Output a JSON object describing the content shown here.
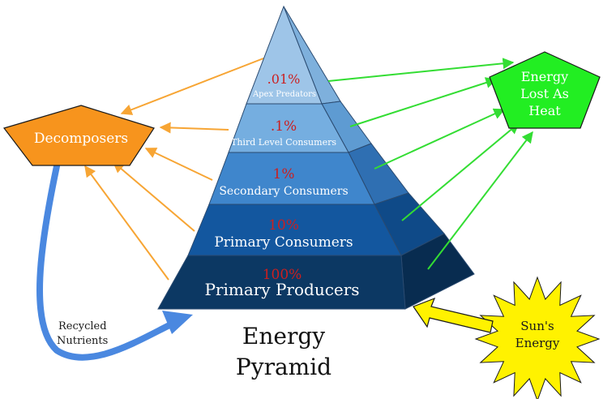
{
  "title": {
    "line1": "Energy",
    "line2": "Pyramid"
  },
  "levels": [
    {
      "percent": ".01%",
      "label": "Apex Predators"
    },
    {
      "percent": ".1%",
      "label": "Third Level Consumers"
    },
    {
      "percent": "1%",
      "label": "Secondary Consumers"
    },
    {
      "percent": "10%",
      "label": "Primary Consumers"
    },
    {
      "percent": "100%",
      "label": "Primary Producers"
    }
  ],
  "decomposers": {
    "label": "Decomposers"
  },
  "heat": {
    "line1": "Energy",
    "line2": "Lost As",
    "line3": "Heat"
  },
  "sun": {
    "line1": "Sun's",
    "line2": "Energy"
  },
  "recycled": {
    "line1": "Recycled",
    "line2": "Nutrients"
  },
  "colors": {
    "level_fronts": [
      "#9ec5e8",
      "#75aee0",
      "#3f86cc",
      "#13579f",
      "#0c3863"
    ],
    "level_sides": [
      "#7eb0dc",
      "#5e9bd2",
      "#2f6fb2",
      "#0f4a88",
      "#082c50"
    ],
    "percent_text": "#cc1f1f",
    "orange_arrow": "#f7a534",
    "green_arrow": "#33dd33",
    "decomposers_fill": "#f7941d",
    "heat_fill": "#22ee22",
    "sun_fill": "#fff200",
    "recycle_arrow": "#4a88e0"
  }
}
